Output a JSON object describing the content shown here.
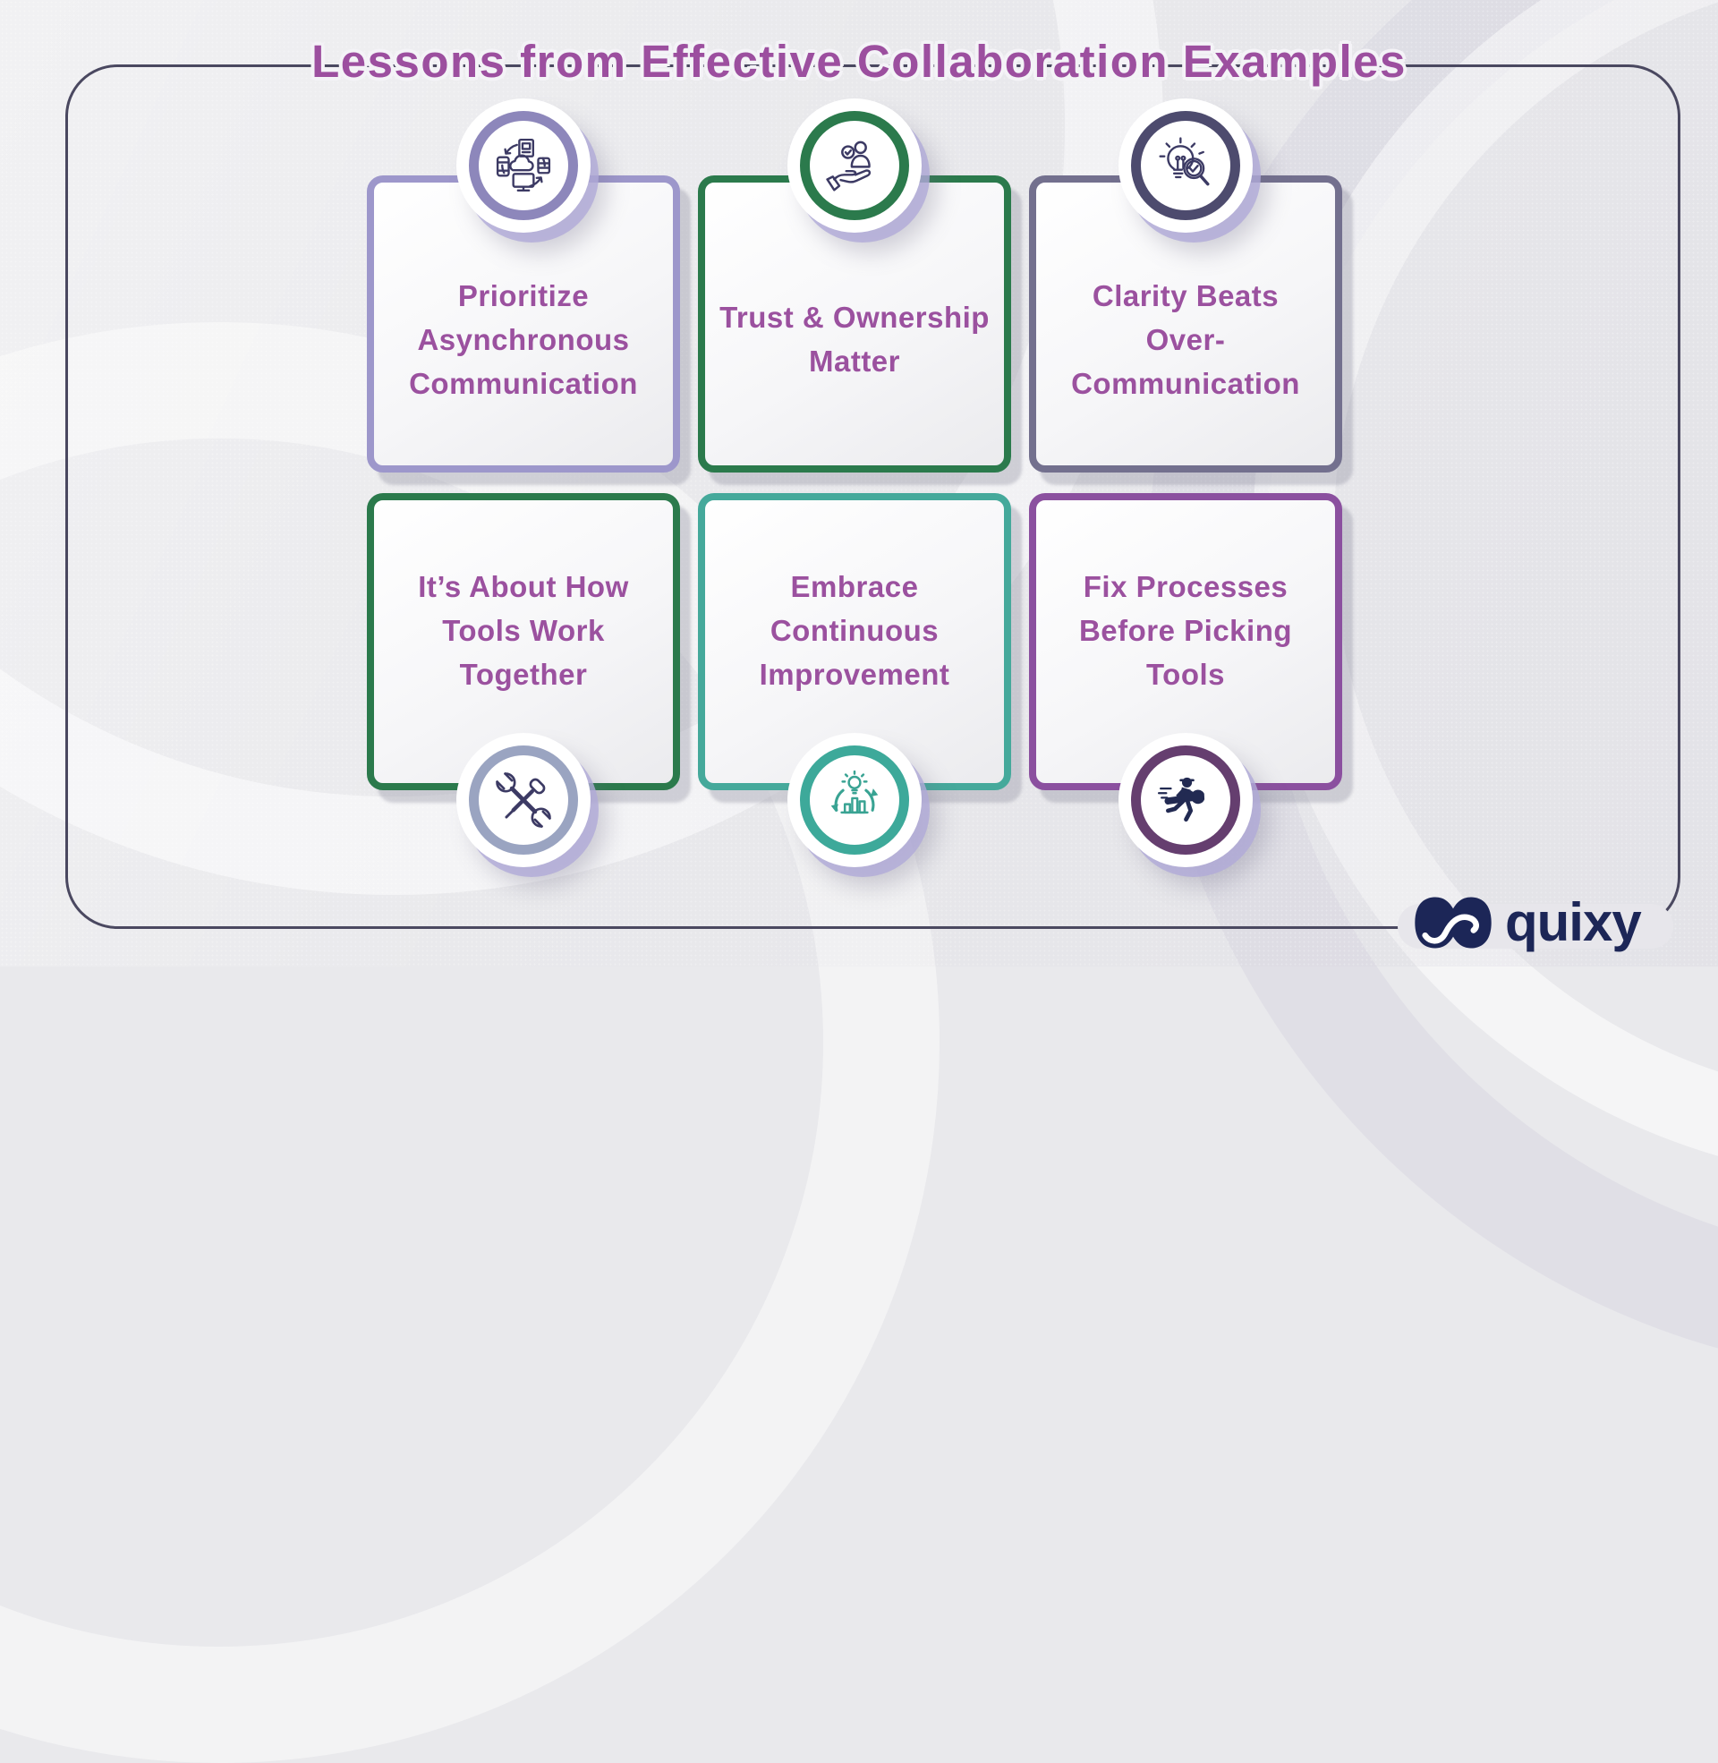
{
  "title": "Lessons from Effective Collaboration Examples",
  "brand": {
    "name": "quixy",
    "color": "#1c2657"
  },
  "colors": {
    "title_text": "#9c4f9f",
    "card_text": "#9b519f",
    "frame_line": "#4a4860",
    "page_background": "#e9e9ec"
  },
  "cards": [
    {
      "id": "prioritize-async",
      "icon": "devices-sync-icon",
      "accent": "#9d97cb",
      "ring": "#8d87bb",
      "lines": [
        "Prioritize",
        "Asynchronous",
        "Communication"
      ]
    },
    {
      "id": "trust-ownership",
      "icon": "hand-holding-person-icon",
      "accent": "#2b7a4c",
      "ring": "#2b7a4c",
      "lines": [
        "Trust & Ownership",
        "Matter"
      ]
    },
    {
      "id": "clarity-over-communication",
      "icon": "bulb-magnifier-icon",
      "accent": "#73708e",
      "ring": "#4d4b6e",
      "lines": [
        "Clarity Beats",
        "Over-",
        "Communication"
      ]
    },
    {
      "id": "tools-work-together",
      "icon": "crossed-tools-icon",
      "accent": "#2b7a4c",
      "ring": "#9aa4c1",
      "lines": [
        "It’s About How",
        "Tools Work",
        "Together"
      ]
    },
    {
      "id": "continuous-improvement",
      "icon": "growth-cycle-icon",
      "accent": "#45a99b",
      "ring": "#3da99a",
      "lines": [
        "Embrace",
        "Continuous",
        "Improvement"
      ]
    },
    {
      "id": "fix-processes-first",
      "icon": "running-mechanic-icon",
      "accent": "#8b509f",
      "ring": "#653e6f",
      "lines": [
        "Fix Processes",
        "Before Picking",
        "Tools"
      ]
    }
  ]
}
